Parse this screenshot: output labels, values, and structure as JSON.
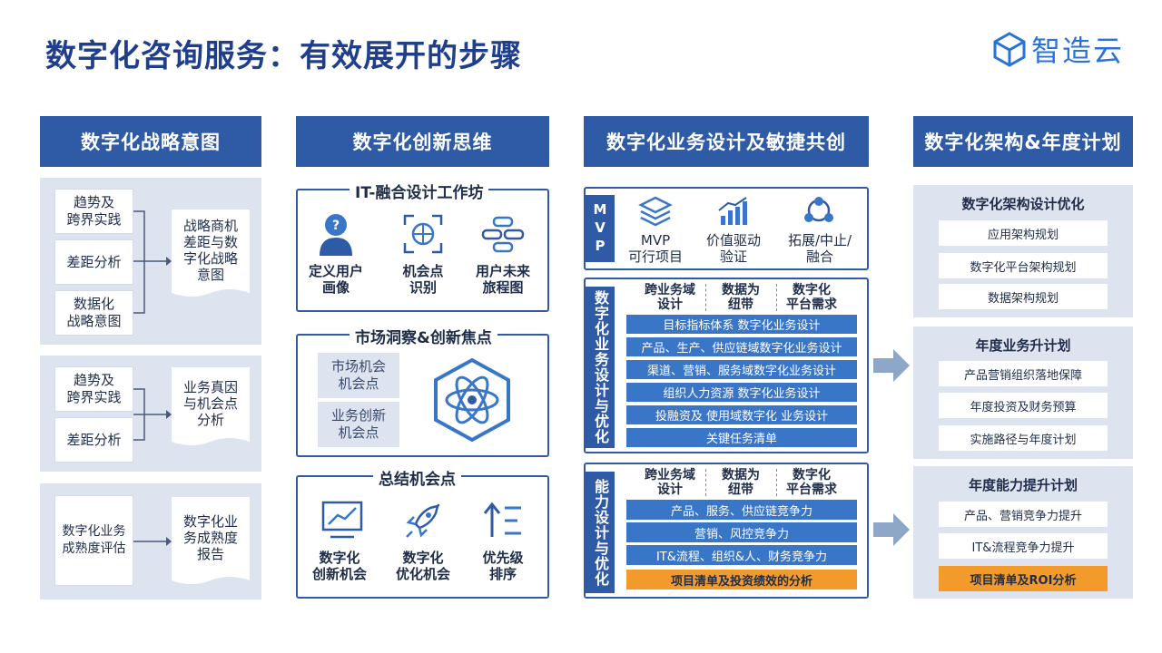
{
  "title": "数字化咨询服务：有效展开的步骤",
  "logo": {
    "text": "智造云",
    "icon": "cube-logo-icon"
  },
  "colors": {
    "primary": "#2f5aa5",
    "accent": "#3a76c8",
    "highlight": "#f39a2c",
    "panel_bg": "#dde4ef"
  },
  "col1": {
    "header": "数字化战略意图",
    "group1": {
      "inputs": [
        "趋势及\n跨界实践",
        "差距分析",
        "数据化\n战略意图"
      ],
      "output": "战略商机\n差距与数\n字化战略\n意图"
    },
    "group2": {
      "inputs": [
        "趋势及\n跨界实践",
        "差距分析"
      ],
      "output": "业务真因\n与机会点\n分析"
    },
    "group3": {
      "inputs": [
        "数字化业务\n成熟度评估"
      ],
      "output": "数字化业\n务成熟度\n报告"
    }
  },
  "col2": {
    "header": "数字化创新思维",
    "panel1": {
      "title": "IT-融合设计工作坊",
      "items": [
        "定义用户\n画像",
        "机会点\n识别",
        "用户未来\n旅程图"
      ]
    },
    "panel2": {
      "title": "市场洞察&创新焦点",
      "items": [
        "市场机会\n机会点",
        "业务创新\n机会点"
      ]
    },
    "panel3": {
      "title": "总结机会点",
      "items": [
        "数字化\n创新机会",
        "数字化\n优化机会",
        "优先级\n排序"
      ]
    }
  },
  "col3": {
    "header": "数字化业务设计及敏捷共创",
    "mvp": {
      "tab": "MVP",
      "items": [
        "MVP\n可行项目",
        "价值驱动\n验证",
        "拓展/中止/\n融合"
      ]
    },
    "biz": {
      "tab": "数字化业务设计与优化",
      "heads": [
        "跨业务域\n设计",
        "数据为\n纽带",
        "数字化\n平台需求"
      ],
      "bars": [
        "目标指标体系 数字化业务设计",
        "产品、生产、供应链域数字化业务设计",
        "渠道、营销、服务域数字化业务设计",
        "组织人力资源 数字化业务设计",
        "投融资及 使用域数字化 业务设计",
        "关键任务清单"
      ]
    },
    "cap": {
      "tab": "能力设计与优化",
      "heads": [
        "跨业务域\n设计",
        "数据为\n纽带",
        "数字化\n平台需求"
      ],
      "bars": [
        "产品、服务、供应链竞争力",
        "营销、风控竞争力",
        "IT&流程、组织&人、财务竞争力"
      ],
      "highlight": "项目清单及投资绩效的分析"
    }
  },
  "col4": {
    "header": "数字化架构&年度计划",
    "sections": [
      {
        "title": "数字化架构设计优化",
        "items": [
          "应用架构规划",
          "数字化平台架构规划",
          "数据架构规划"
        ]
      },
      {
        "title": "年度业务升计划",
        "items": [
          "产品营销组织落地保障",
          "年度投资及财务预算",
          "实施路径与年度计划"
        ]
      },
      {
        "title": "年度能力提升计划",
        "items": [
          "产品、营销竞争力提升",
          "IT&流程竞争力提升"
        ],
        "highlight": "项目清单及ROI分析"
      }
    ]
  }
}
